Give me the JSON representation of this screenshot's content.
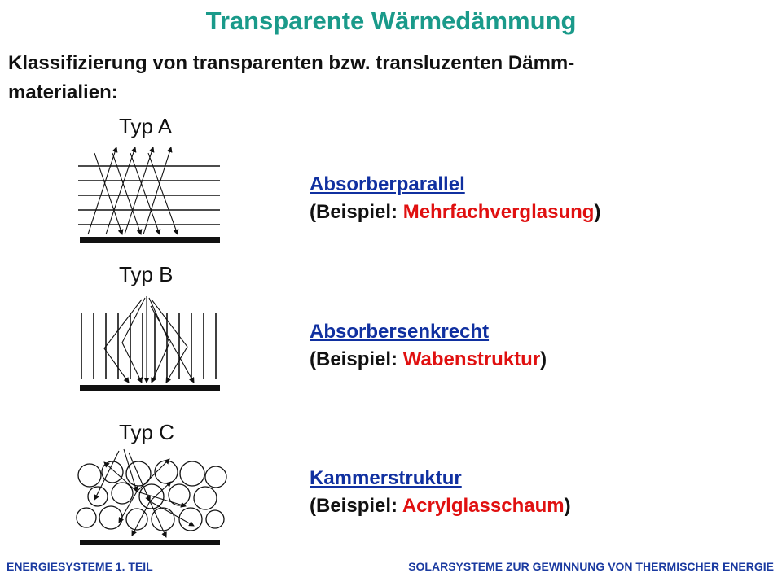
{
  "title": "Transparente Wärmedämmung",
  "subtitle_line1": "Klassifizierung von transparenten bzw. transluzenten Dämm-",
  "subtitle_line2": "materialien:",
  "types": [
    {
      "figure_label": "Typ A",
      "heading": "Absorberparallel",
      "prefix": "(Beispiel: ",
      "example": "Mehrfachverglasung",
      "suffix": ")"
    },
    {
      "figure_label": "Typ B",
      "heading": "Absorbersenkrecht",
      "prefix": "(Beispiel: ",
      "example": "Wabenstruktur",
      "suffix": ")"
    },
    {
      "figure_label": "Typ C",
      "heading": "Kammerstruktur",
      "prefix": "(Beispiel: ",
      "example": "Acrylglasschaum",
      "suffix": ")"
    }
  ],
  "footer": {
    "left": "ENERGIESYSTEME 1. TEIL",
    "right": "SOLARSYSTEME ZUR GEWINNUNG VON THERMISCHER ENERGIE"
  },
  "colors": {
    "title": "#1a9a8a",
    "heading": "#1030a0",
    "example": "#e01010",
    "footer": "#1a3aa0"
  }
}
